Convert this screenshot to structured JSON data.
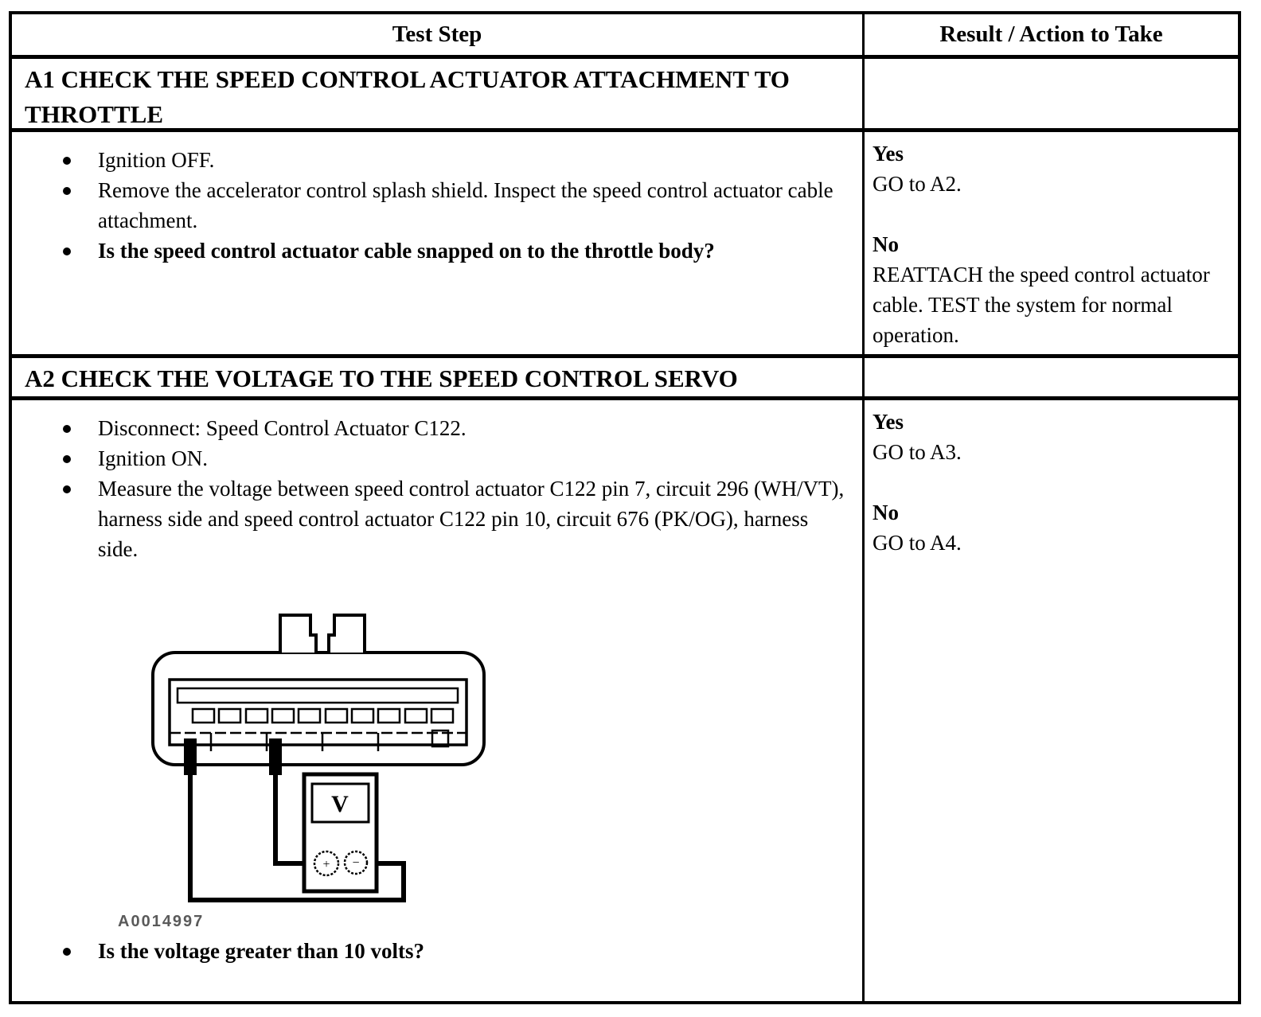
{
  "header": {
    "test_step": "Test Step",
    "result_action": "Result / Action to Take"
  },
  "steps": [
    {
      "id": "A1",
      "title": "A1 CHECK THE SPEED CONTROL ACTUATOR ATTACHMENT TO THROTTLE",
      "bullets": [
        "Ignition OFF.",
        "Remove the accelerator control splash shield. Inspect the speed control actuator cable attachment.",
        "Is the speed control actuator cable snapped on to the throttle body?"
      ],
      "yes_label": "Yes",
      "yes_action": "GO to A2.",
      "no_label": "No",
      "no_action": "REATTACH the speed control actuator cable. TEST the system for normal operation."
    },
    {
      "id": "A2",
      "title": "A2 CHECK THE VOLTAGE TO THE SPEED CONTROL SERVO",
      "bullets": [
        "Disconnect: Speed Control Actuator C122.",
        "Ignition ON.",
        "Measure the voltage between speed control actuator C122 pin 7, circuit 296 (WH/VT), harness side and speed control actuator C122 pin 10, circuit 676 (PK/OG), harness side."
      ],
      "figure": {
        "label": "A0014997",
        "meter_display": "V",
        "terminal_positive": "+",
        "terminal_negative": "−"
      },
      "question": "Is the voltage greater than 10 volts?",
      "yes_label": "Yes",
      "yes_action": "GO to A3.",
      "no_label": "No",
      "no_action": "GO to A4."
    }
  ]
}
